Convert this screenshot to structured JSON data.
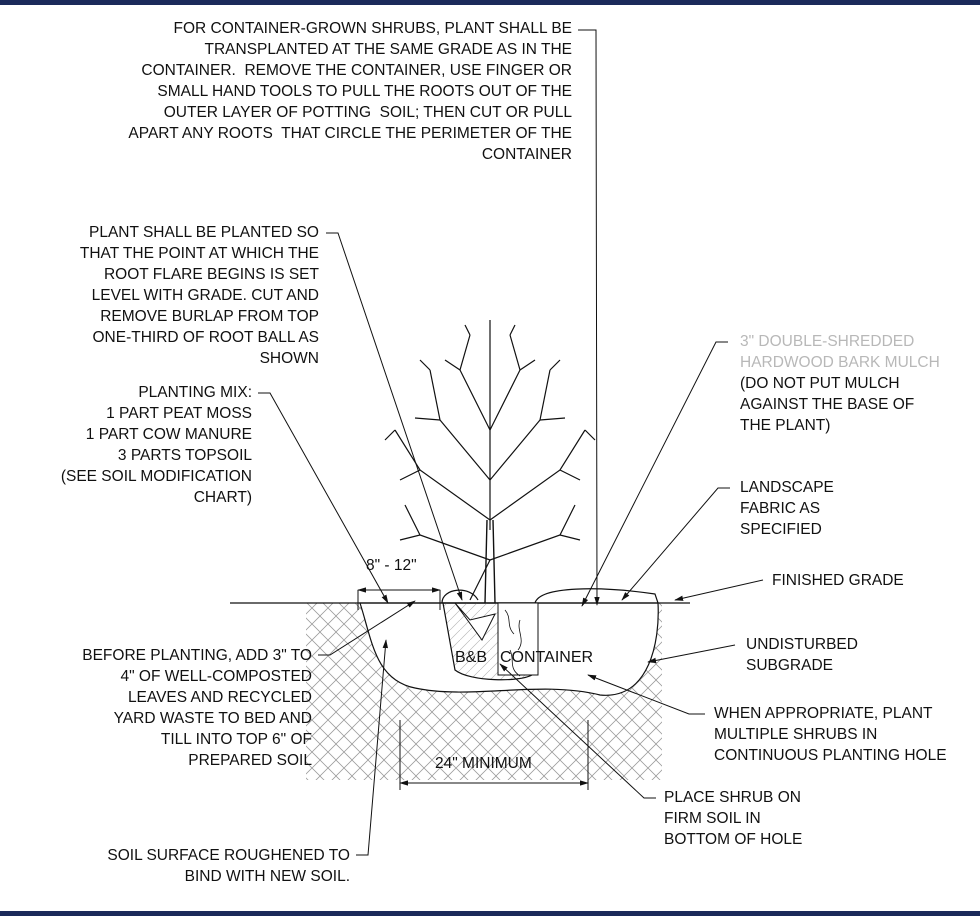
{
  "notes": {
    "container_grown": "FOR CONTAINER-GROWN SHRUBS, PLANT SHALL BE\nTRANSPLANTED AT THE SAME GRADE AS IN THE\nCONTAINER.  REMOVE THE CONTAINER, USE FINGER OR\nSMALL HAND TOOLS TO PULL THE ROOTS OUT OF THE\nOUTER LAYER OF POTTING  SOIL; THEN CUT OR PULL\nAPART ANY ROOTS  THAT CIRCLE THE PERIMETER OF THE\nCONTAINER",
    "root_flare": "PLANT SHALL BE PLANTED SO\nTHAT THE POINT AT WHICH THE\nROOT FLARE BEGINS IS SET\nLEVEL WITH GRADE. CUT AND\nREMOVE BURLAP FROM TOP\nONE-THIRD OF ROOT BALL AS\nSHOWN",
    "planting_mix": "PLANTING MIX:\n1 PART PEAT MOSS\n1 PART COW MANURE\n3 PARTS TOPSOIL\n(SEE SOIL MODIFICATION\nCHART)",
    "mulch_gray": "3\" DOUBLE-SHREDDED\nHARDWOOD BARK MULCH",
    "mulch_note": "(DO NOT PUT MULCH\nAGAINST THE BASE OF\nTHE PLANT)",
    "landscape_fabric": "LANDSCAPE\nFABRIC AS\nSPECIFIED",
    "finished_grade": "FINISHED GRADE",
    "undisturbed": "UNDISTURBED\nSUBGRADE",
    "before_planting": "BEFORE PLANTING, ADD 3\" TO\n4\" OF WELL-COMPOSTED\nLEAVES AND RECYCLED\nYARD WASTE TO BED AND\nTILL INTO TOP 6\" OF\nPREPARED SOIL",
    "when_appropriate": "WHEN APPROPRIATE, PLANT\nMULTIPLE SHRUBS IN\nCONTINUOUS PLANTING HOLE",
    "place_shrub": "PLACE SHRUB ON\nFIRM SOIL IN\nBOTTOM OF HOLE",
    "soil_surface": "SOIL SURFACE ROUGHENED TO\nBIND WITH NEW SOIL."
  },
  "dimensions": {
    "spacing": "8\" - 12\"",
    "minimum": "24\" MINIMUM"
  },
  "labels": {
    "bb": "B&B",
    "container": "CONTAINER"
  },
  "colors": {
    "frame": "#1b2a5a",
    "line": "#111111",
    "hatch": "#9a9a9a",
    "muted_text": "#b8b8b8"
  }
}
